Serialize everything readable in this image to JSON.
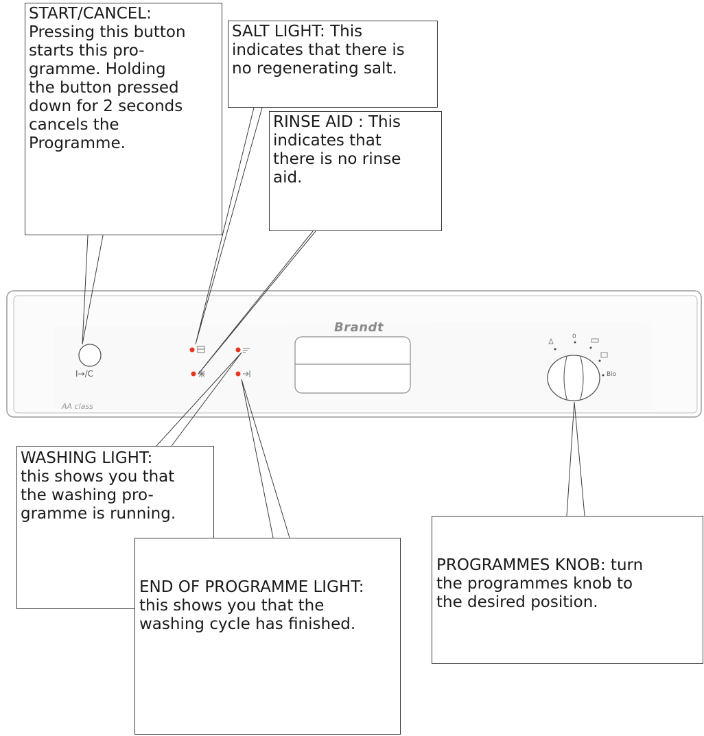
{
  "panel": {
    "brand": "Brandt",
    "start_button_label": "I→/C",
    "energy_class": "AA class",
    "knob_zero_mark": "0",
    "knob_bio_mark": "Bio",
    "led_color": "#e8341c"
  },
  "callouts": {
    "start_cancel": [
      "START/CANCEL:",
      "Pressing this button",
      "starts this pro-",
      "gramme. Holding",
      "the button pressed",
      "down for 2 seconds",
      "cancels the",
      "Programme."
    ],
    "salt_light": [
      "SALT LIGHT: This",
      "indicates that there is",
      "no regenerating salt."
    ],
    "rinse_aid": [
      "RINSE AID : This",
      "indicates that",
      "there is no rinse",
      "aid."
    ],
    "washing_light": [
      "WASHING LIGHT:",
      "this shows you that",
      "the washing pro-",
      "gramme is running."
    ],
    "end_of_programme": [
      "END OF PROGRAMME LIGHT:",
      "this shows you that the",
      "washing cycle has finished."
    ],
    "programmes_knob": [
      "PROGRAMMES KNOB: turn",
      "the programmes knob to",
      "the desired position."
    ]
  }
}
